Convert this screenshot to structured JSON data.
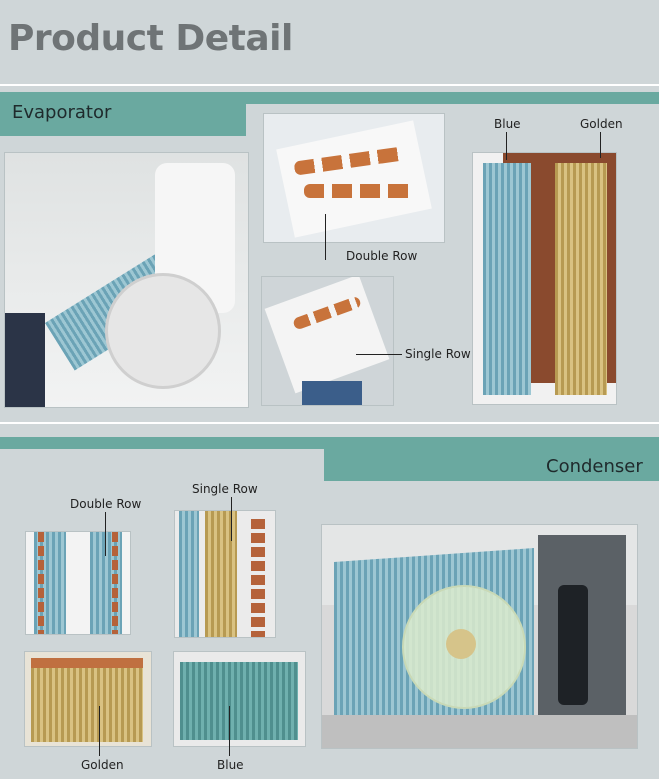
{
  "header": {
    "title": "Product Detail"
  },
  "evaporator": {
    "section_label": "Evaporator",
    "labels": {
      "double_row": "Double Row",
      "single_row": "Single Row",
      "blue": "Blue",
      "golden": "Golden"
    }
  },
  "condenser": {
    "section_label": "Condenser",
    "labels": {
      "double_row": "Double Row",
      "single_row": "Single Row",
      "golden": "Golden",
      "blue": "Blue"
    }
  },
  "colors": {
    "band": "#6aa9a0",
    "background": "#cfd6d8",
    "title": "#6f7476"
  }
}
